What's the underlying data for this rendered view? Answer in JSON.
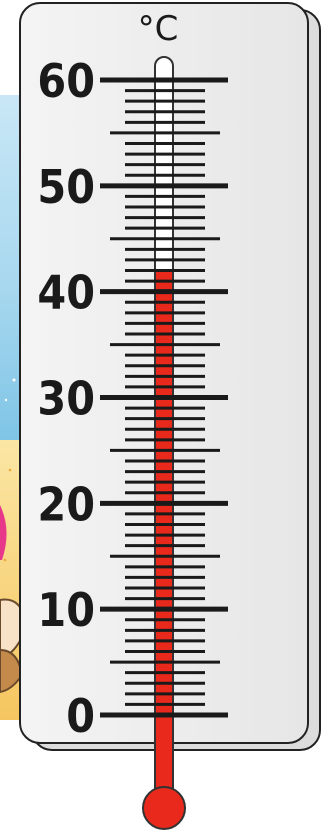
{
  "thermometer": {
    "unit": "°C",
    "scale_min": 0,
    "scale_max": 60,
    "major_labels": [
      "0",
      "10",
      "20",
      "30",
      "40",
      "50",
      "60"
    ],
    "reading": 42,
    "liquid_color": "#e8291c",
    "tick_color": "#1a1a1a"
  }
}
